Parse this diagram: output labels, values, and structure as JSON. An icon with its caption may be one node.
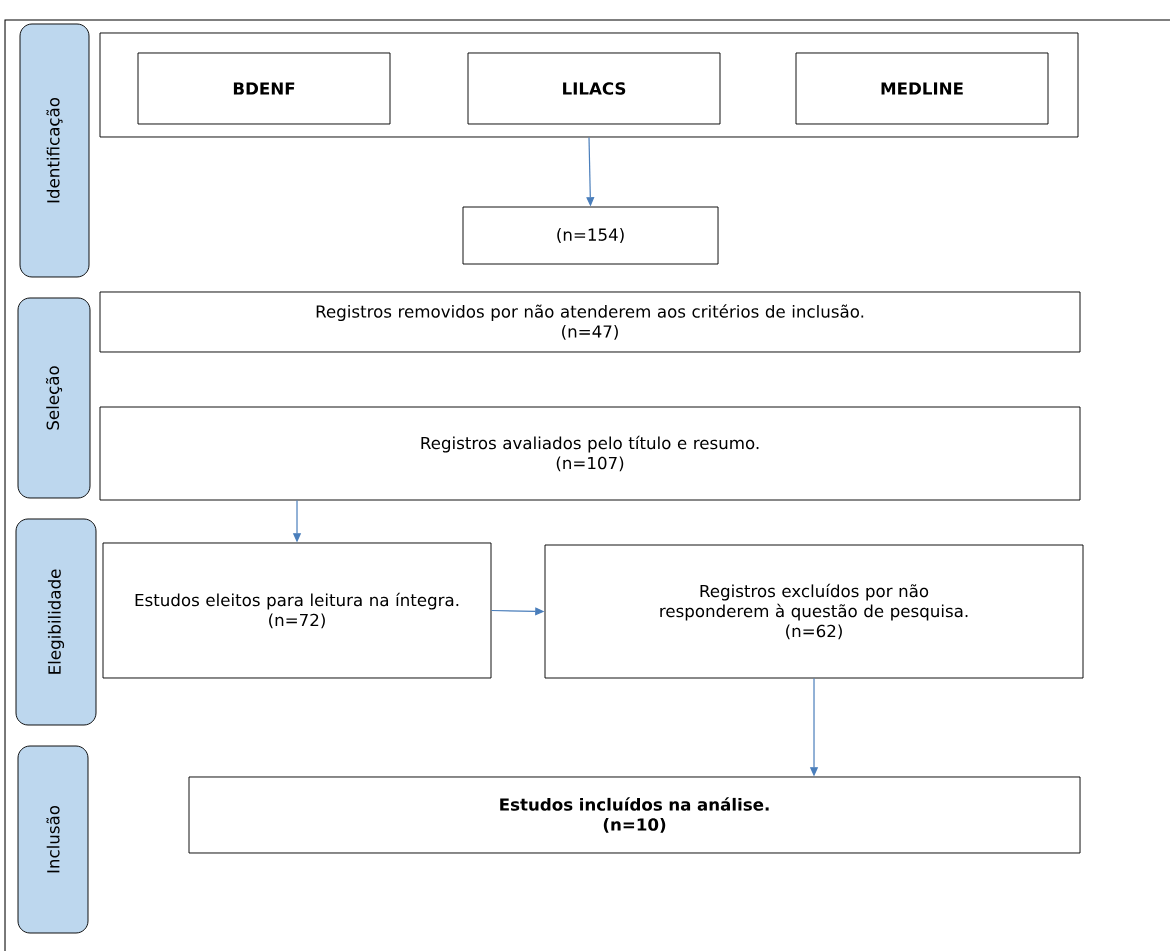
{
  "diagram": {
    "nodes": [
      {
        "text": [
          "Identificação"
        ]
      },
      {
        "text": [],
        "shape": "box"
      },
      {
        "text": [
          "BDENF"
        ],
        "in": 1
      },
      {
        "text": [
          "LILACS"
        ],
        "in": 1
      },
      {
        "text": [
          "MEDLINE"
        ],
        "in": 1
      },
      {
        "text": [
          "(n=154)"
        ]
      },
      {
        "text": [
          "Seleção"
        ]
      },
      {
        "text": [
          "Registros removidos por não atenderem aos critérios de inclusão.",
          "(n=47)"
        ]
      },
      {
        "text": [
          "Registros avaliados pelo título e resumo.",
          "(n=107)"
        ]
      },
      {
        "text": [
          "Elegibilidade"
        ]
      },
      {
        "text": [
          "Estudos eleitos para leitura na íntegra.",
          "(n=72)"
        ]
      },
      {
        "text": [
          "Registros excluídos por não responderem à questão de pesquisa.",
          "(n=62)"
        ]
      },
      {
        "text": [
          "Inclusão"
        ]
      },
      {
        "text": [
          "Estudos incluídos na análise.",
          "(n=10)"
        ]
      }
    ],
    "edges": [
      {
        "from": 1,
        "to": 5,
        "arrow": "to"
      },
      {
        "from": 8,
        "to": 10,
        "arrow": "to"
      },
      {
        "from": 10,
        "to": 11,
        "arrow": "to"
      },
      {
        "from": 11,
        "to": 13,
        "arrow": "to"
      }
    ]
  }
}
